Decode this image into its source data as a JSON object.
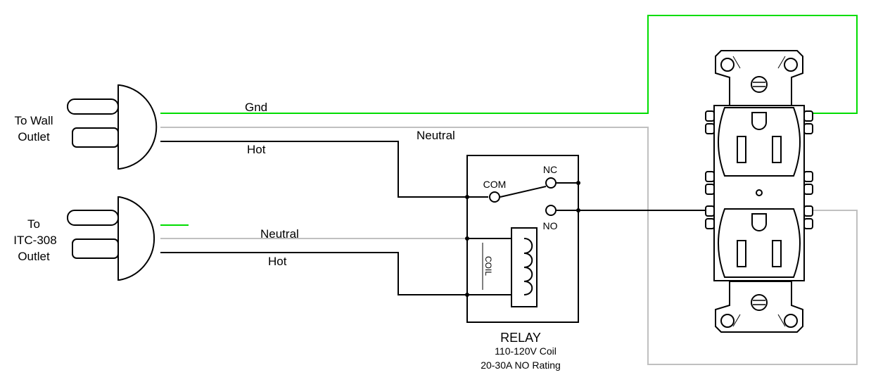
{
  "plugs": {
    "wall_label": [
      "To Wall",
      "Outlet"
    ],
    "itc_label": [
      "To",
      "ITC-308",
      "Outlet"
    ]
  },
  "wires": {
    "gnd": "Gnd",
    "neutral_top": "Neutral",
    "hot_top": "Hot",
    "neutral_bottom": "Neutral",
    "hot_bottom": "Hot",
    "colors": {
      "gnd": "#00dd00",
      "neutral": "#c0c0c0",
      "hot": "#000000"
    }
  },
  "relay": {
    "com": "COM",
    "nc": "NC",
    "no": "NO",
    "coil": "COIL",
    "title": "RELAY",
    "spec1": "110-120V Coil",
    "spec2": "20-30A NO Rating"
  }
}
